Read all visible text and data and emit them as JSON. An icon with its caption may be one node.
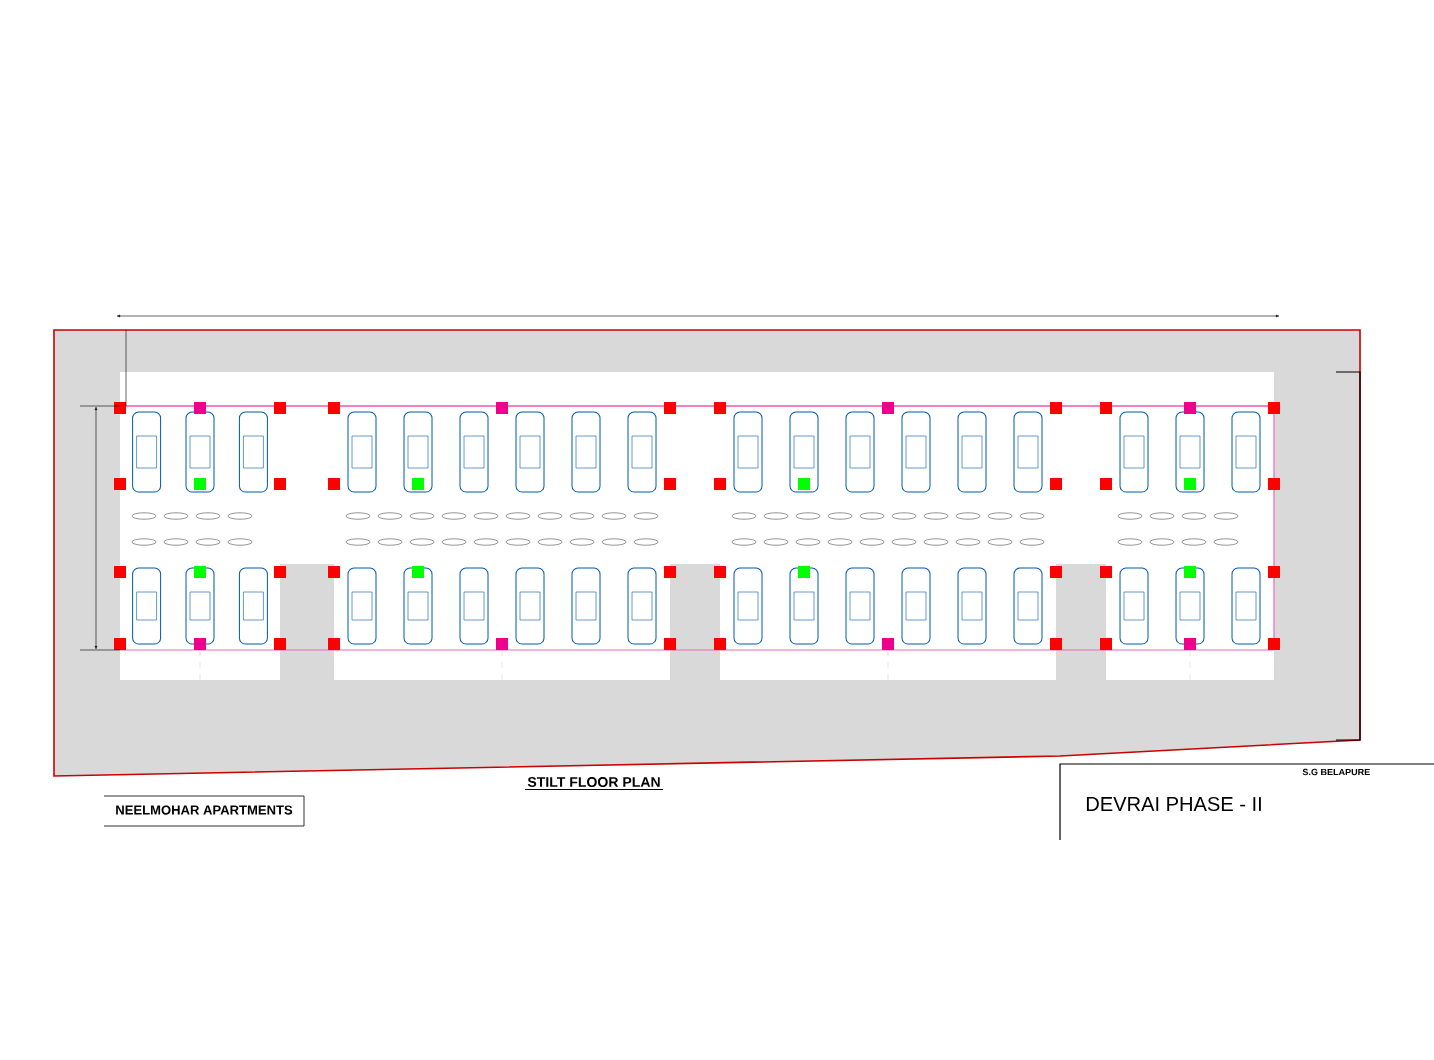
{
  "diagram": {
    "labels": [
      "STILT FLOOR PLAN",
      "NEELMOHAR APARTMENTS",
      "DEVRAI PHASE - II",
      "S.G BELAPURE"
    ]
  }
}
